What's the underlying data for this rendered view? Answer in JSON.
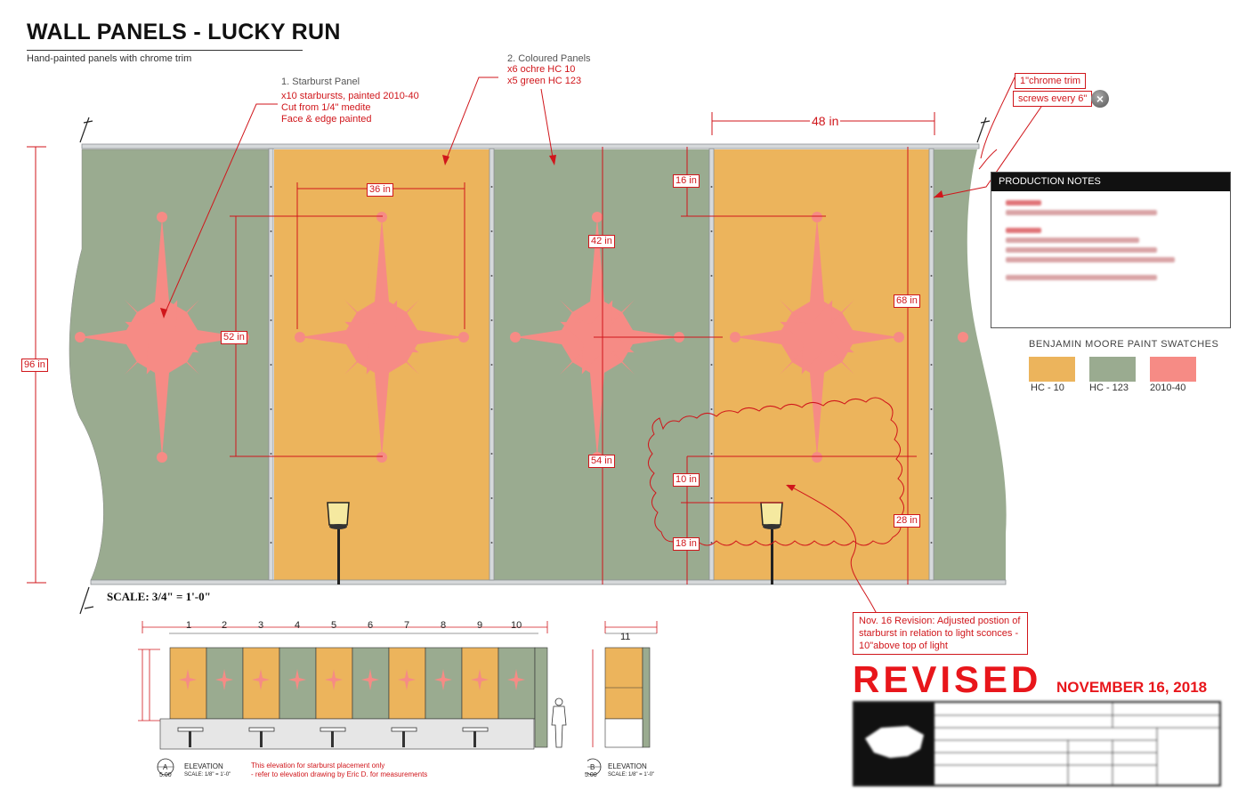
{
  "title": "WALL PANELS - LUCKY RUN",
  "subtitle": "Hand-painted panels with chrome trim",
  "callouts": {
    "starburst": {
      "heading": "1. Starburst Panel",
      "lines": [
        "x10 starbursts, painted 2010-40",
        "Cut from 1/4\" medite",
        "Face & edge painted"
      ]
    },
    "coloured": {
      "heading": "2. Coloured Panels",
      "lines": [
        "x6 ochre HC 10",
        "x5 green HC 123"
      ]
    },
    "trim": [
      "1\"chrome trim",
      "screws every 6\""
    ],
    "close_label": "×"
  },
  "dimensions": {
    "width_48": "48 in",
    "d36": "36 in",
    "d52": "52 in",
    "d96": "96 in",
    "d16": "16 in",
    "d42": "42 in",
    "d54": "54 in",
    "d68": "68 in",
    "d10": "10 in",
    "d18": "18 in",
    "d28": "28 in"
  },
  "production_notes": {
    "heading": "PRODUCTION NOTES"
  },
  "swatches": {
    "title": "BENJAMIN MOORE PAINT SWATCHES",
    "items": [
      {
        "label": "HC - 10",
        "color": "#ecb45c"
      },
      {
        "label": "HC - 123",
        "color": "#9aab90"
      },
      {
        "label": "2010-40",
        "color": "#f68b85"
      }
    ]
  },
  "scale": "SCALE: 3/4\" = 1'-0\"",
  "revision_note": "Nov. 16 Revision: Adjusted postion of starburst in relation to light sconces - 10\"above top of light",
  "revised": "REVISED",
  "revised_date": "NOVEMBER 16, 2018",
  "elevation": {
    "panel_numbers": [
      "1",
      "2",
      "3",
      "4",
      "5",
      "6",
      "7",
      "8",
      "9",
      "10"
    ],
    "panel_b_number": "11",
    "label_a": "ELEVATION",
    "label_b": "ELEVATION",
    "marker_a": "A",
    "marker_b": "B",
    "sheet": "5.00",
    "scale_small": "SCALE: 1/8\" = 1'-0\"",
    "note_lines": [
      "This elevation for starburst placement only",
      "- refer to elevation drawing by Eric D. for measurements"
    ]
  },
  "colors": {
    "ochre": "#ecb45c",
    "green": "#9aab90",
    "coral": "#f68b85",
    "markup_red": "#d0161b"
  }
}
